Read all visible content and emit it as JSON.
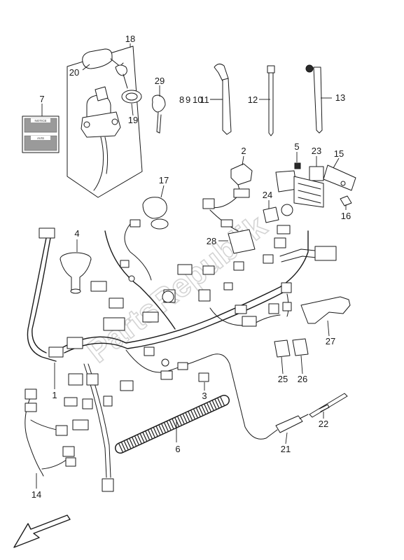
{
  "diagram": {
    "title": "",
    "watermark_text": "PartsRepublik",
    "callouts": [
      {
        "id": "c1",
        "text": "1"
      },
      {
        "id": "c2",
        "text": "2"
      },
      {
        "id": "c3",
        "text": "3"
      },
      {
        "id": "c4",
        "text": "4"
      },
      {
        "id": "c5",
        "text": "5"
      },
      {
        "id": "c6",
        "text": "6"
      },
      {
        "id": "c7",
        "text": "7"
      },
      {
        "id": "c8",
        "text": "8"
      },
      {
        "id": "c9",
        "text": "9"
      },
      {
        "id": "c10",
        "text": "10"
      },
      {
        "id": "c11",
        "text": "11"
      },
      {
        "id": "c12",
        "text": "12"
      },
      {
        "id": "c13",
        "text": "13"
      },
      {
        "id": "c14",
        "text": "14"
      },
      {
        "id": "c15",
        "text": "15"
      },
      {
        "id": "c16",
        "text": "16"
      },
      {
        "id": "c17",
        "text": "17"
      },
      {
        "id": "c18",
        "text": "18"
      },
      {
        "id": "c19",
        "text": "19"
      },
      {
        "id": "c20",
        "text": "20"
      },
      {
        "id": "c21",
        "text": "21"
      },
      {
        "id": "c22",
        "text": "22"
      },
      {
        "id": "c23",
        "text": "23"
      },
      {
        "id": "c24",
        "text": "24"
      },
      {
        "id": "c25",
        "text": "25"
      },
      {
        "id": "c26",
        "text": "26"
      },
      {
        "id": "c27",
        "text": "27"
      },
      {
        "id": "c28",
        "text": "28"
      },
      {
        "id": "c29",
        "text": "29"
      }
    ],
    "decal_labels": {
      "top": "NOTICE",
      "bottom": "AVIS"
    },
    "direction_icon": "front-direction-arrow-icon"
  }
}
